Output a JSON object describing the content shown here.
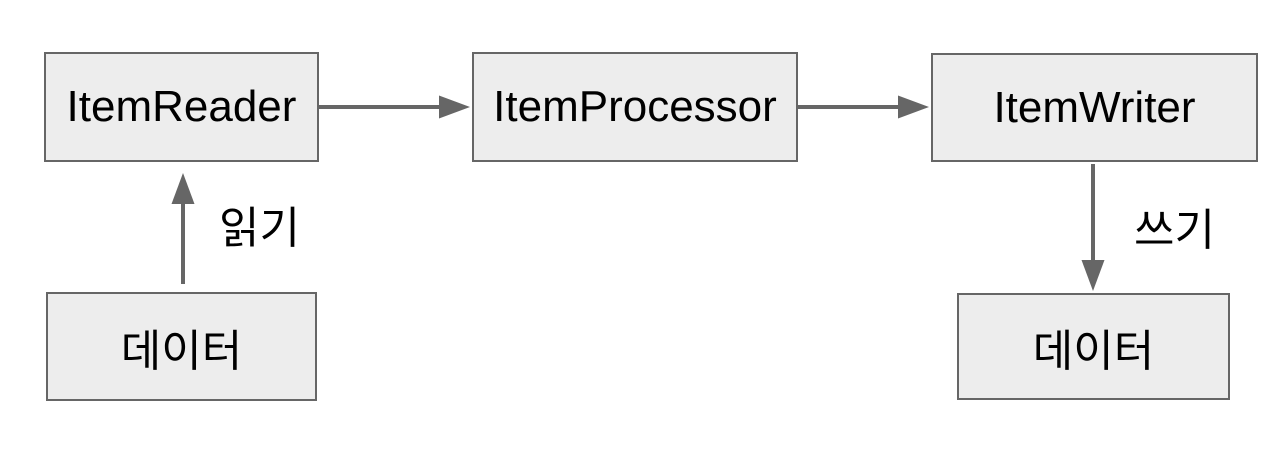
{
  "diagram": {
    "title": "batch-item-flow",
    "nodes": [
      {
        "id": "item-reader",
        "label": "ItemReader"
      },
      {
        "id": "item-processor",
        "label": "ItemProcessor"
      },
      {
        "id": "item-writer",
        "label": "ItemWriter"
      },
      {
        "id": "data-source",
        "label": "데이터"
      },
      {
        "id": "data-target",
        "label": "데이터"
      }
    ],
    "edges": [
      {
        "from": "item-reader",
        "to": "item-processor",
        "label": ""
      },
      {
        "from": "item-processor",
        "to": "item-writer",
        "label": ""
      },
      {
        "from": "data-source",
        "to": "item-reader",
        "label": "읽기"
      },
      {
        "from": "item-writer",
        "to": "data-target",
        "label": "쓰기"
      }
    ],
    "colors": {
      "background": "#ffffff",
      "node_fill": "#ededed",
      "node_border": "#666666",
      "arrow": "#666666",
      "text": "#000000"
    }
  }
}
